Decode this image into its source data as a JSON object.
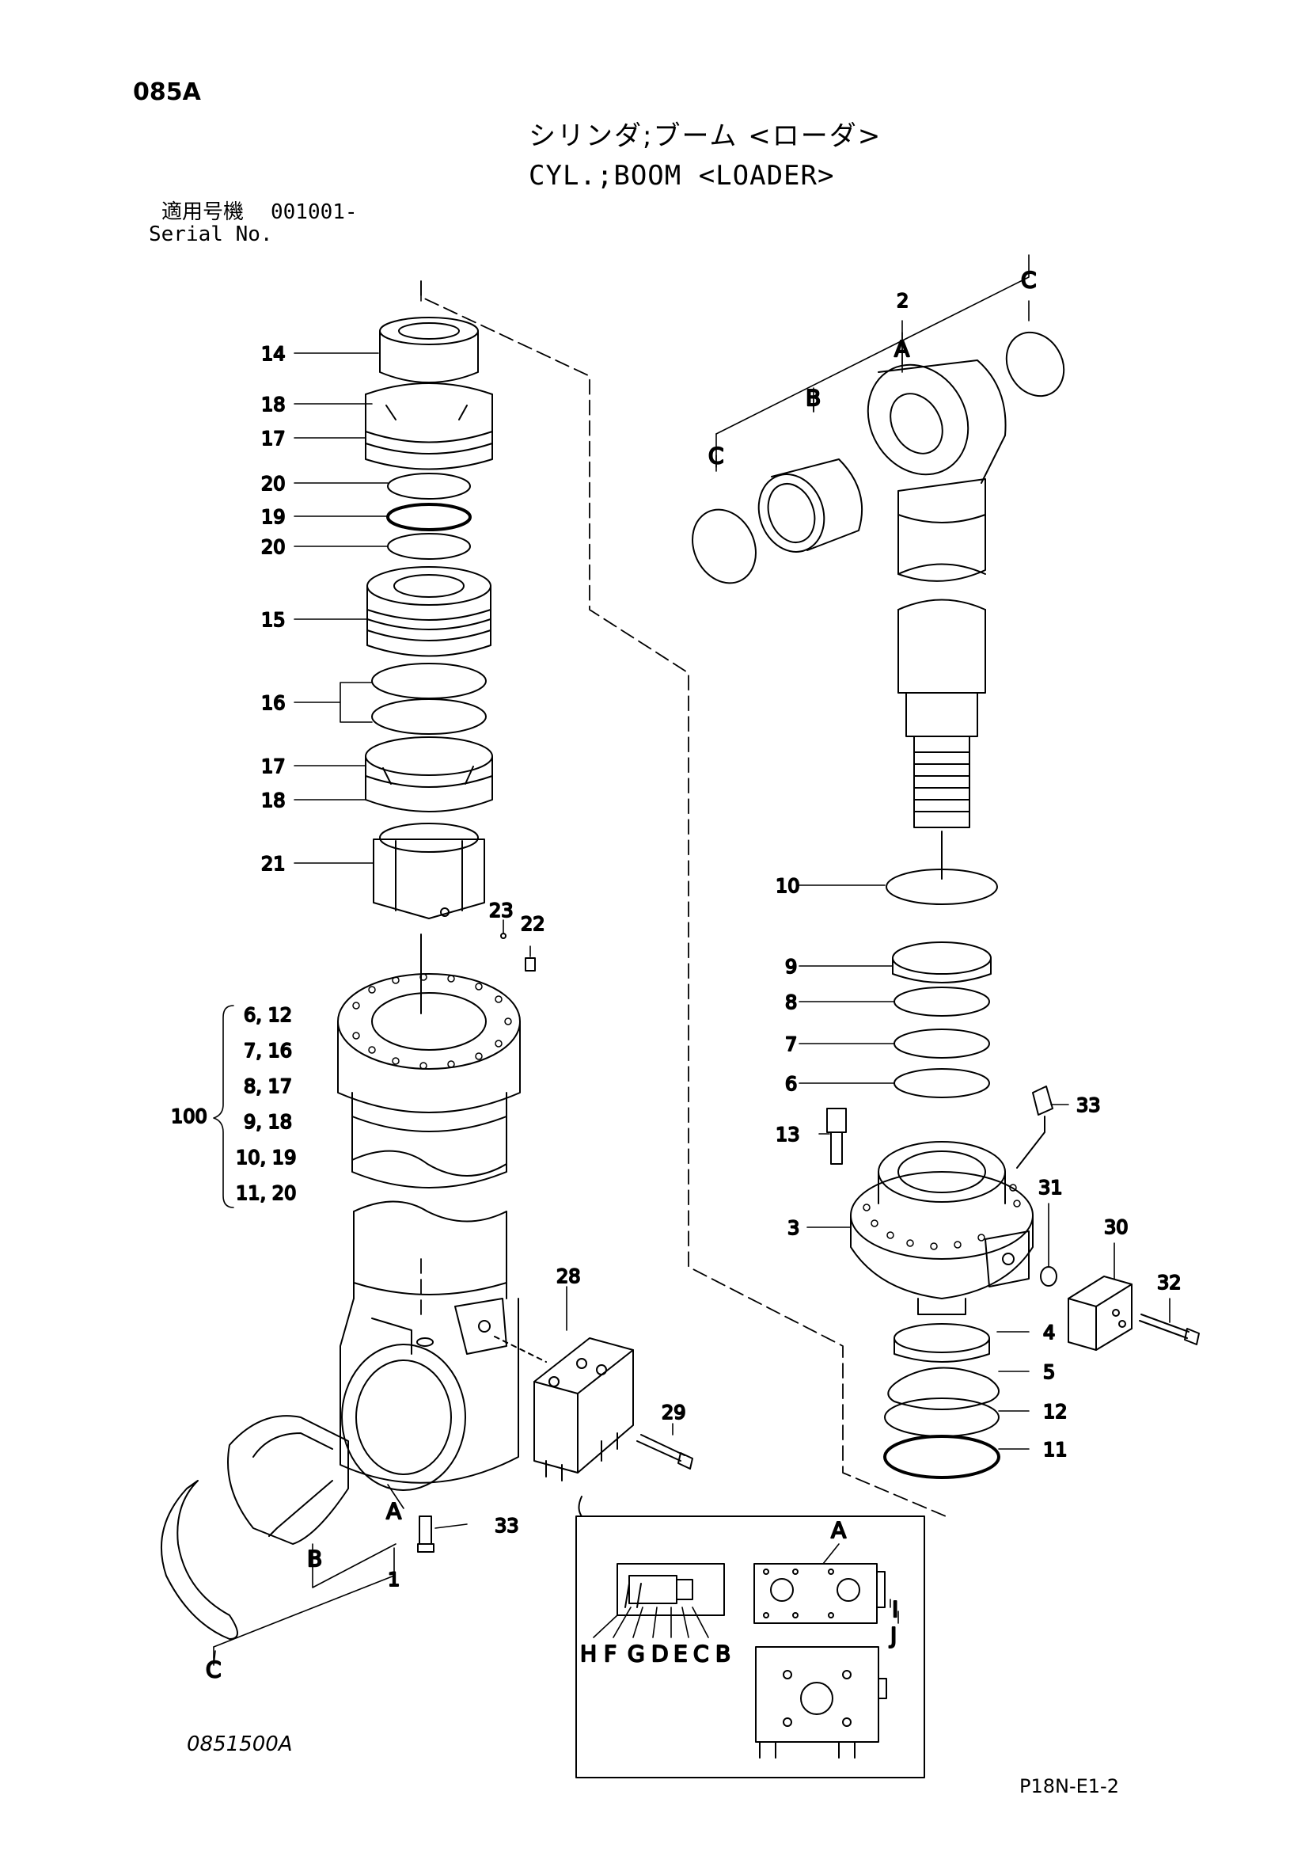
{
  "header": {
    "page_no": "085A",
    "title_jp": "シリンダ;ブーム <ローダ>",
    "title_en": "CYL.;BOOM <LOADER>",
    "serial_jp": "適用号機",
    "serial_value": "001001-",
    "serial_en": "Serial No."
  },
  "footer": {
    "figure_no": "0851500A",
    "sheet_no": "P18N-E1-2"
  },
  "callouts": {
    "left": [
      "14",
      "18",
      "17",
      "20",
      "19",
      "20",
      "15",
      "16",
      "17",
      "18",
      "21",
      "23",
      "22"
    ],
    "kit_group": "100",
    "kit_pairs": [
      "6, 12",
      "7, 16",
      "8, 17",
      "9, 18",
      "10, 19",
      "11, 20"
    ],
    "bottom_left": [
      "A",
      "B",
      "C",
      "1",
      "33",
      "28",
      "29"
    ],
    "right_top": [
      "2",
      "A",
      "B",
      "C",
      "C"
    ],
    "right": [
      "10",
      "9",
      "8",
      "7",
      "6",
      "13",
      "33",
      "31",
      "30",
      "32",
      "3",
      "4",
      "5",
      "12",
      "11"
    ],
    "detail_top": [
      "A",
      "I",
      "J"
    ],
    "detail_letters": [
      "H",
      "F",
      "G",
      "D",
      "E",
      "C",
      "B"
    ]
  }
}
